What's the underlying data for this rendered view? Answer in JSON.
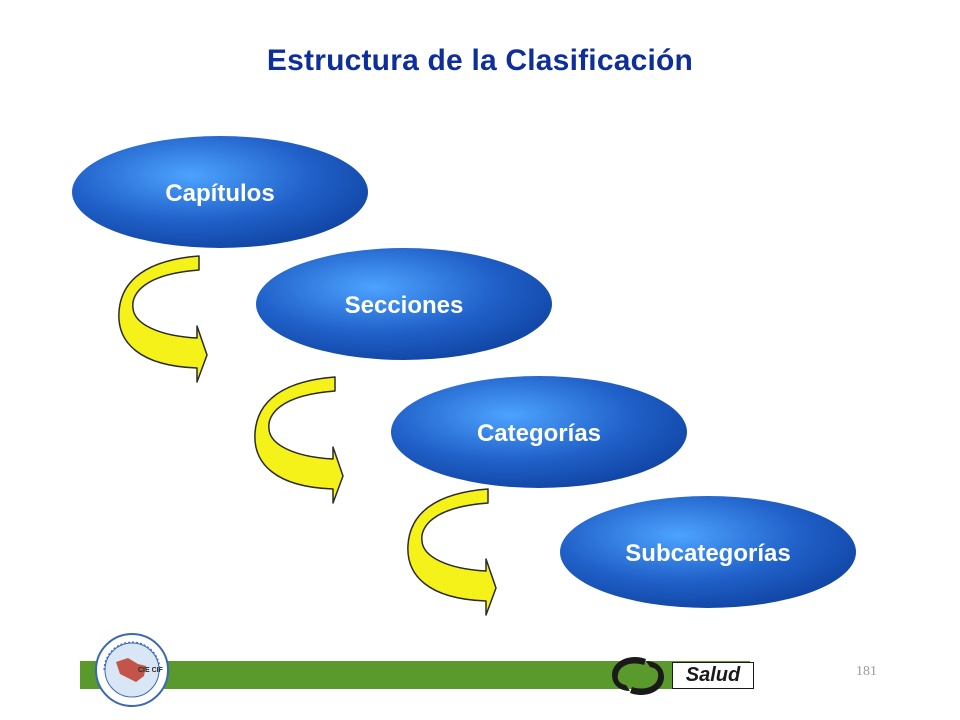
{
  "slide": {
    "title": "Estructura de la Clasificación",
    "page_number": "181"
  },
  "hierarchy": [
    {
      "label": "Capítulos"
    },
    {
      "label": "Secciones"
    },
    {
      "label": "Categorías"
    },
    {
      "label": "Subcategorías"
    }
  ],
  "footer": {
    "brand_label": "Salud",
    "seal_label": "CIE CIF"
  },
  "colors": {
    "title": "#0e2f9a",
    "node_fill_light": "#3d8fe8",
    "node_fill_dark": "#0d3f9c",
    "arrow_fill": "#f5f219",
    "footer_green": "#5a9a2c"
  },
  "icons": {
    "connector": "curved-arrow-icon",
    "seal": "organization-seal-icon",
    "brand": "salud-swoosh-icon"
  }
}
